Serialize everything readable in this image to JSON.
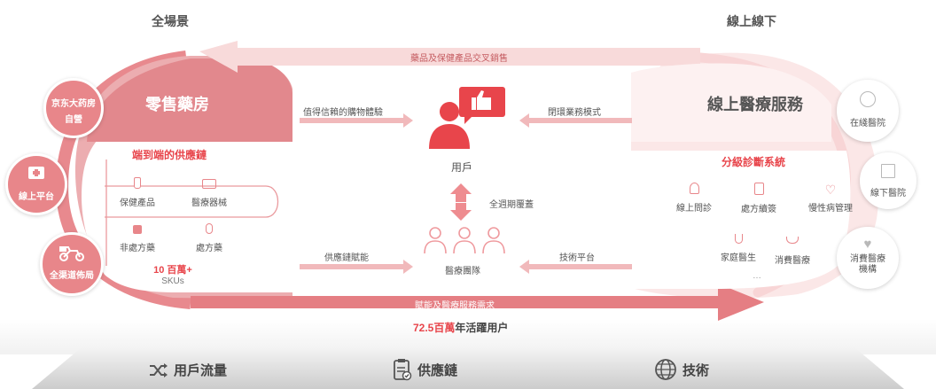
{
  "colors": {
    "accent": "#e8454b",
    "pink_dark": "#e2888d",
    "pink_mid": "#efaeb1",
    "pink_light": "#f8dcdc",
    "gray_text": "#666666",
    "bar_dark": "#cfcfcf"
  },
  "headings": {
    "left": "全場景",
    "right": "線上線下"
  },
  "top_arrow_label": "藥品及保健產品交叉銷售",
  "bottom_arrow_label": "賦能及醫療服務需求",
  "active_users": {
    "number": "72.5百萬",
    "text": "年活躍用户"
  },
  "retail": {
    "title": "零售藥房",
    "supply_chain_title": "端到端的供應鏈",
    "items": [
      {
        "label": "保健產品",
        "icon": "bottle-icon"
      },
      {
        "label": "醫療器械",
        "icon": "monitor-icon"
      },
      {
        "label": "非處方藥",
        "icon": "jar-icon"
      },
      {
        "label": "處方藥",
        "icon": "capsule-icon"
      }
    ],
    "skus_number": "10 百萬+",
    "skus_unit": "SKUs"
  },
  "left_badges": [
    {
      "logo_text": "京东大药房",
      "label": "自營",
      "icon": "jd-pharmacy-logo"
    },
    {
      "label": "線上平台",
      "icon": "first-aid-kit-icon"
    },
    {
      "label": "全渠道佈局",
      "icon": "scooter-icon"
    }
  ],
  "center": {
    "user_label": "用戶",
    "team_label": "醫療團隊",
    "coverage_label": "全週期覆蓋",
    "arrows": {
      "top_left": "值得信賴的購物體驗",
      "top_right": "閉環業務模式",
      "bottom_left": "供應鏈賦能",
      "bottom_right": "技術平台"
    }
  },
  "medical": {
    "title": "線上醫療服務",
    "system_title": "分級診斷系統",
    "items": [
      {
        "label": "線上問診",
        "icon": "doctor-icon"
      },
      {
        "label": "處方續簽",
        "icon": "prescription-icon"
      },
      {
        "label": "慢性病管理",
        "icon": "heartbeat-icon"
      },
      {
        "label": "家庭醫生",
        "icon": "stethoscope-icon"
      },
      {
        "label": "消費醫療",
        "icon": "hand-care-icon"
      }
    ],
    "ellipsis": "…"
  },
  "right_badges": [
    {
      "label": "在綫醫院",
      "icon": "globe-cross-icon"
    },
    {
      "label": "線下醫院",
      "icon": "hospital-icon"
    },
    {
      "label": "消費醫療機構",
      "label_line1": "消費醫療",
      "label_line2": "機構",
      "icon": "hand-heart-icon"
    }
  ],
  "foundation": [
    {
      "label": "用戶流量",
      "icon": "shuffle-icon"
    },
    {
      "label": "供應鏈",
      "icon": "clipboard-check-icon"
    },
    {
      "label": "技術",
      "icon": "globe-icon"
    }
  ]
}
